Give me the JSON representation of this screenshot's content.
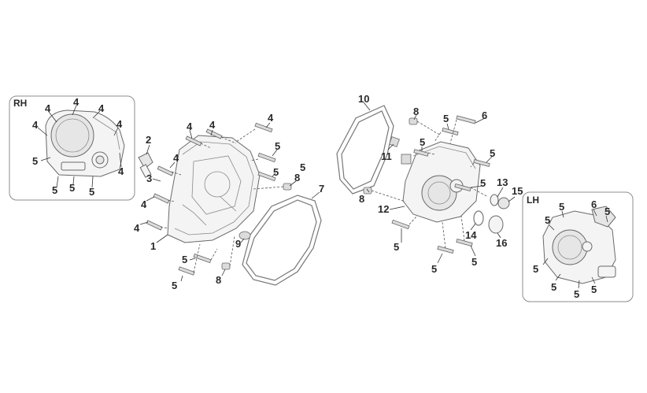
{
  "insets": {
    "rh": {
      "title": "RH"
    },
    "lh": {
      "title": "LH"
    }
  },
  "callouts": {
    "rh": [
      "4",
      "4",
      "4",
      "4",
      "4",
      "4",
      "5",
      "5",
      "5",
      "5"
    ],
    "right_cover": [
      "1",
      "2",
      "3",
      "4",
      "4",
      "4",
      "4",
      "4",
      "4",
      "5",
      "5",
      "5",
      "5",
      "5",
      "7",
      "8",
      "8",
      "9"
    ],
    "left_cover": [
      "10",
      "8",
      "5",
      "6",
      "11",
      "5",
      "5",
      "8",
      "12",
      "5",
      "13",
      "15",
      "14",
      "16",
      "5",
      "5",
      "5"
    ],
    "lh": [
      "5",
      "6",
      "5",
      "5",
      "5",
      "5",
      "5",
      "5"
    ]
  }
}
